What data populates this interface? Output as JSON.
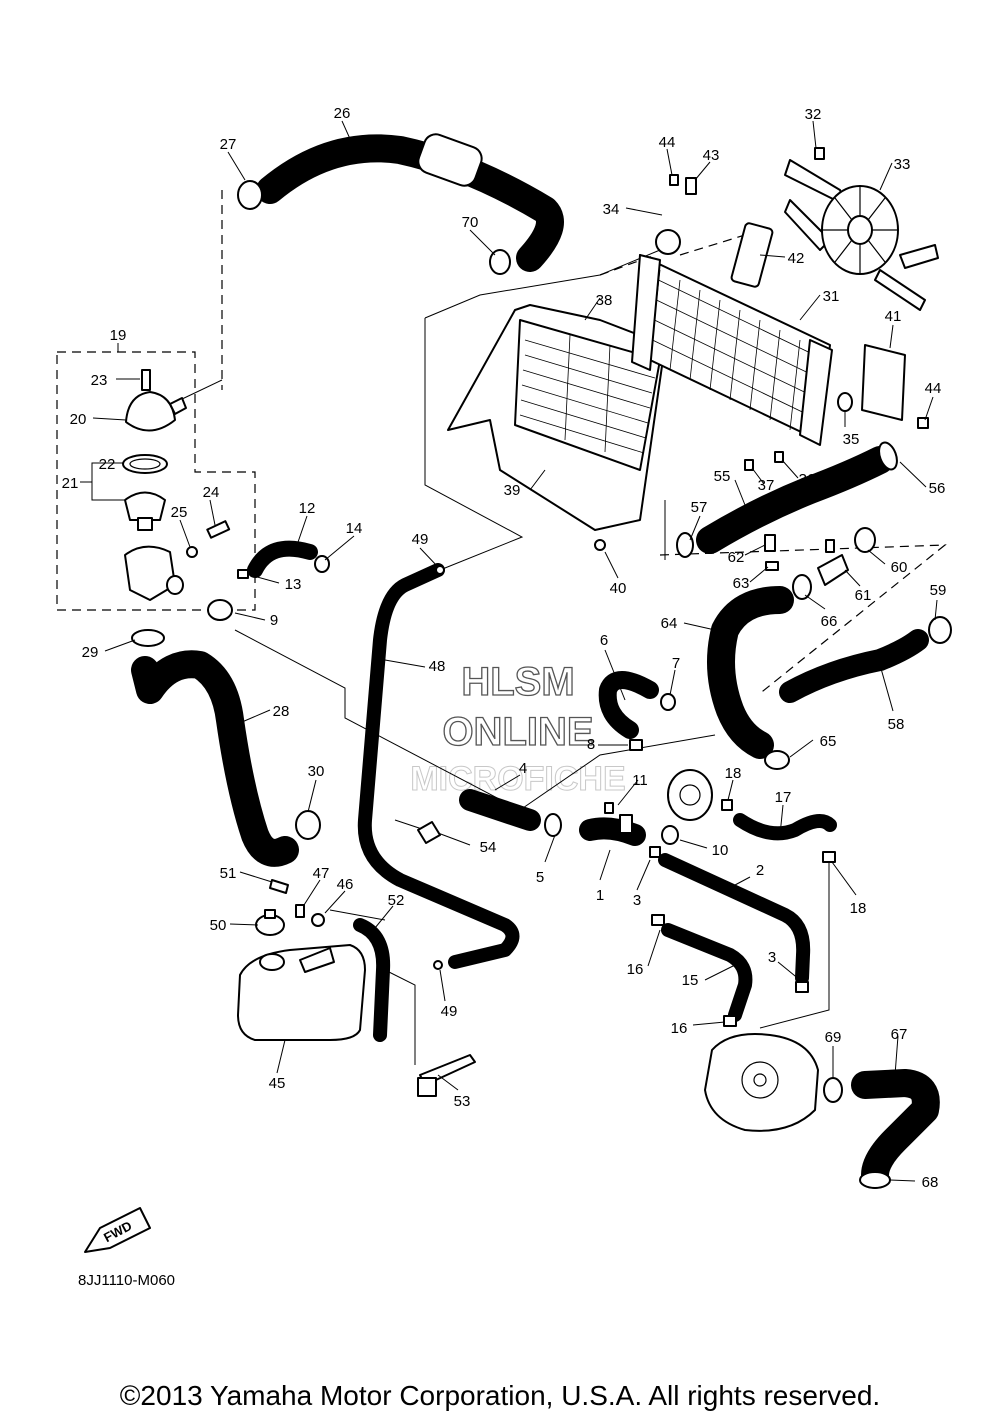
{
  "diagram": {
    "code": "8JJ1110-M060",
    "copyright": "©2013 Yamaha Motor Corporation, U.S.A. All rights reserved.",
    "forward_badge": "FWD",
    "watermark": {
      "line1": "HLSM",
      "line2": "ONLINE",
      "line3": "MICROFICHE"
    },
    "callouts": [
      "1",
      "2",
      "3",
      "3",
      "4",
      "5",
      "6",
      "7",
      "8",
      "9",
      "10",
      "11",
      "12",
      "13",
      "14",
      "15",
      "16",
      "16",
      "17",
      "18",
      "18",
      "19",
      "20",
      "21",
      "22",
      "23",
      "24",
      "25",
      "26",
      "27",
      "28",
      "29",
      "30",
      "31",
      "32",
      "33",
      "34",
      "35",
      "36",
      "37",
      "38",
      "39",
      "40",
      "41",
      "42",
      "43",
      "44",
      "44",
      "45",
      "46",
      "47",
      "48",
      "49",
      "49",
      "50",
      "51",
      "52",
      "53",
      "54",
      "55",
      "56",
      "57",
      "58",
      "59",
      "60",
      "61",
      "62",
      "63",
      "64",
      "65",
      "66",
      "67",
      "68",
      "69",
      "70"
    ]
  }
}
